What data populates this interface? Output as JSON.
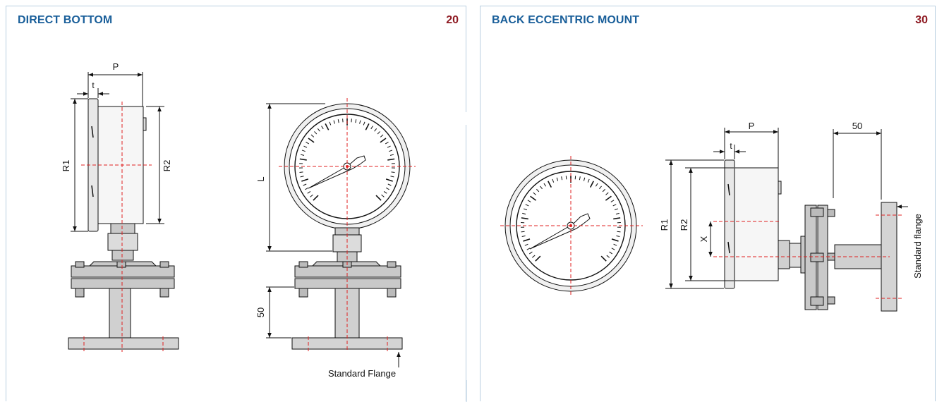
{
  "panels": [
    {
      "title": "DIRECT BOTTOM",
      "code": "20",
      "labels": {
        "P": "P",
        "t": "t",
        "R1": "R1",
        "R2": "R2",
        "L": "L",
        "fifty": "50",
        "flange_note": "Standard Flange"
      }
    },
    {
      "title": "BACK ECCENTRIC MOUNT",
      "code": "30",
      "labels": {
        "P": "P",
        "t": "t",
        "R1": "R1",
        "R2": "R2",
        "X": "X",
        "fifty": "50",
        "flange_note": "Standard flange"
      }
    }
  ],
  "colors": {
    "title": "#1a5f9a",
    "code": "#8e1a22",
    "border": "#b9cfe0",
    "centerline": "#e02020",
    "line": "#111111",
    "metal": "#c9c9c9"
  }
}
